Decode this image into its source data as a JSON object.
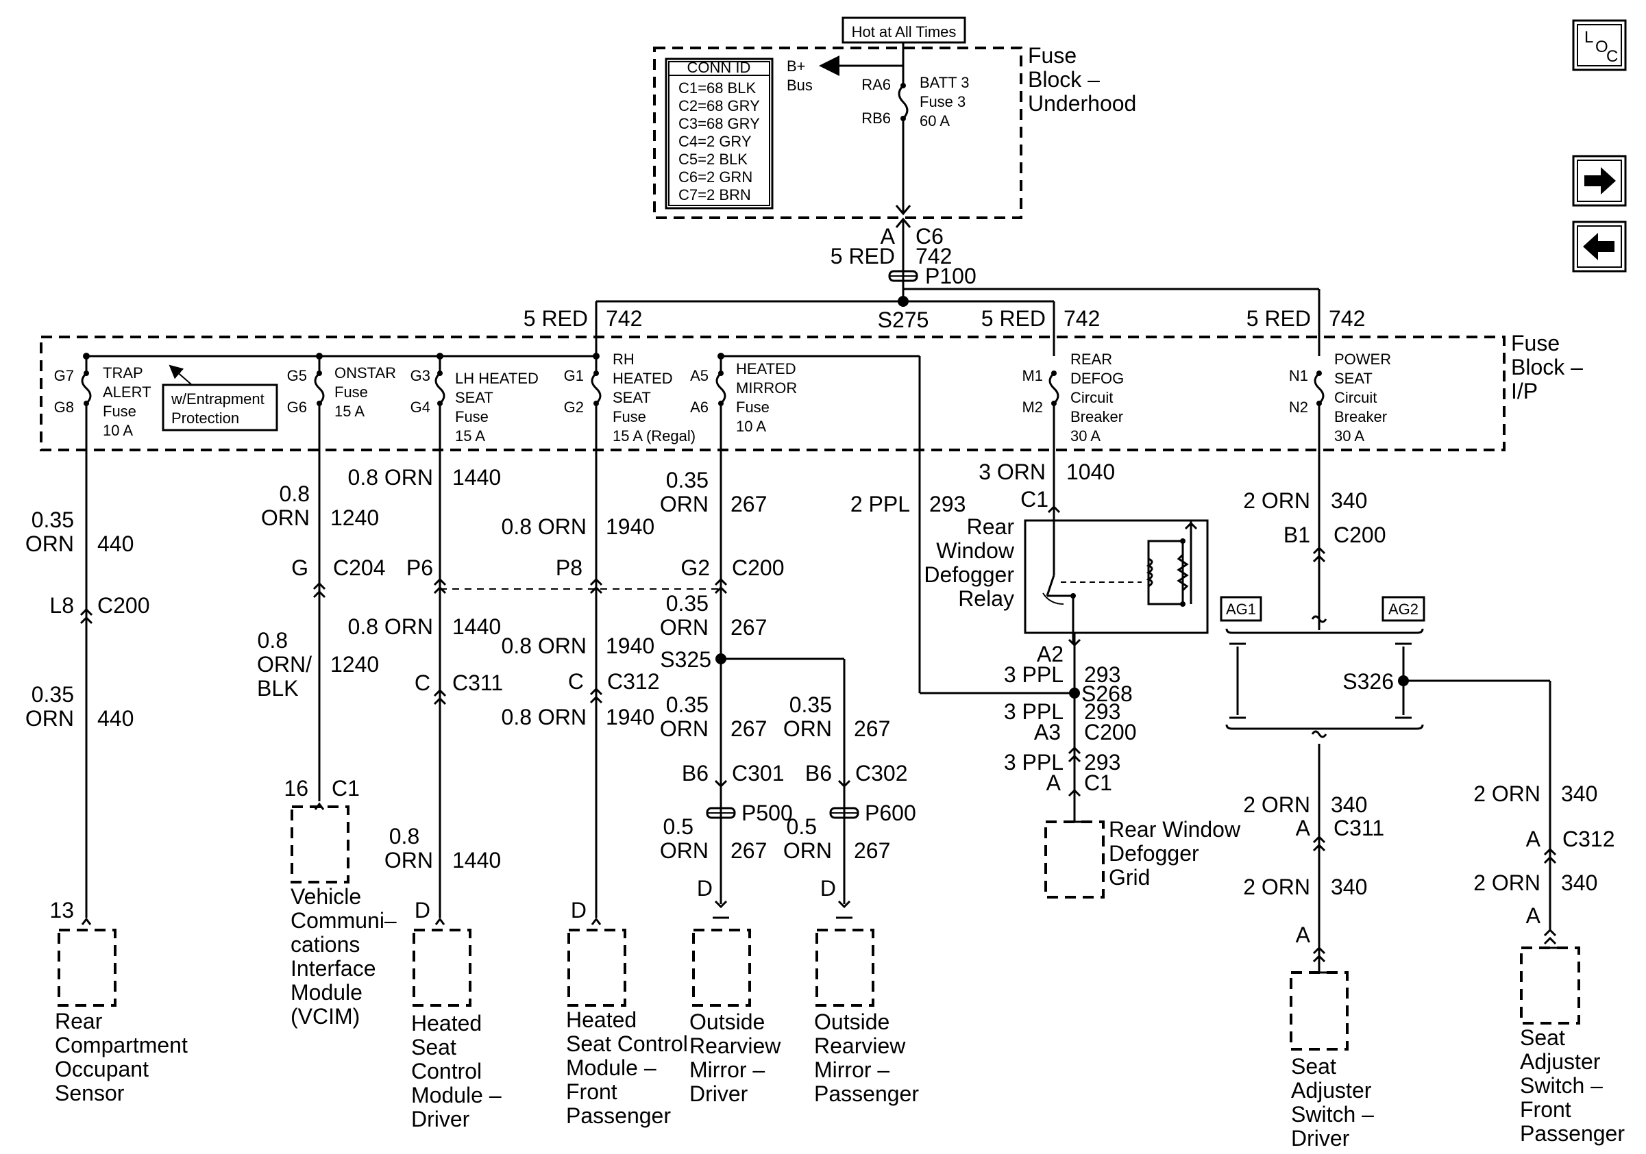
{
  "hot": "Hot at All Times",
  "conn_id": {
    "title": "CONN ID",
    "rows": [
      "C1=68 BLK",
      "C2=68 GRY",
      "C3=68 GRY",
      "C4=2 GRY",
      "C5=2 BLK",
      "C6=2 GRN",
      "C7=2 BRN"
    ]
  },
  "underhood": {
    "bplus": "B+",
    "bus": "Bus",
    "ra6": "RA6",
    "rb6": "RB6",
    "fuse": [
      "BATT 3",
      "Fuse 3",
      "60 A"
    ],
    "label": [
      "Fuse",
      "Block –",
      "Underhood"
    ]
  },
  "feed": {
    "a": "A",
    "c6": "C6",
    "red5": "5 RED",
    "n742": "742",
    "p100": "P100",
    "s275": "S275"
  },
  "branch": {
    "red": "5 RED",
    "n742": "742"
  },
  "ip": {
    "label": [
      "Fuse",
      "Block –",
      "I/P"
    ],
    "entrapment": [
      "w/Entrapment",
      "Protection"
    ],
    "fuses": [
      {
        "top": "G7",
        "bot": "G8",
        "lines": [
          "TRAP",
          "ALERT",
          "Fuse",
          "10 A"
        ]
      },
      {
        "top": "G5",
        "bot": "G6",
        "lines": [
          "ONSTAR",
          "Fuse",
          "15 A"
        ]
      },
      {
        "top": "G3",
        "bot": "G4",
        "lines": [
          "LH HEATED",
          "SEAT",
          "Fuse",
          "15 A"
        ]
      },
      {
        "top": "G1",
        "bot": "G2",
        "lines": [
          "RH",
          "HEATED",
          "SEAT",
          "Fuse",
          "15 A (Regal)"
        ]
      },
      {
        "top": "A5",
        "bot": "A6",
        "lines": [
          "HEATED",
          "MIRROR",
          "Fuse",
          "10 A"
        ]
      },
      {
        "top": "M1",
        "bot": "M2",
        "lines": [
          "REAR",
          "DEFOG",
          "Circuit",
          "Breaker",
          "30 A"
        ]
      },
      {
        "top": "N1",
        "bot": "N2",
        "lines": [
          "POWER",
          "SEAT",
          "Circuit",
          "Breaker",
          "30 A"
        ]
      }
    ]
  },
  "w1": {
    "g1": "0.35",
    "c1": "ORN",
    "n1": "440",
    "pin": "L8",
    "conn": "C200",
    "g2": "0.35",
    "c2": "ORN",
    "n2": "440",
    "term": "13",
    "comp": [
      "Rear",
      "Compartment",
      "Occupant",
      "Sensor"
    ]
  },
  "w2": {
    "g1": "0.8",
    "c1": "ORN",
    "n1": "1240",
    "pin": "G",
    "conn": "C204",
    "g2": "0.8",
    "c2a": "ORN/",
    "c2b": "BLK",
    "n2": "1240",
    "term": "16",
    "tconn": "C1",
    "comp": [
      "Vehicle",
      "Communi–",
      "cations",
      "Interface",
      "Module",
      "(VCIM)"
    ]
  },
  "w3": {
    "w1": "0.8 ORN",
    "n1": "1440",
    "pin": "P6",
    "w2": "0.8 ORN",
    "n2": "1440",
    "pin2": "C",
    "conn2": "C311",
    "g3": "0.8",
    "c3": "ORN",
    "n3": "1440",
    "term": "D",
    "comp": [
      "Heated",
      "Seat",
      "Control",
      "Module –",
      "Driver"
    ]
  },
  "w4": {
    "w1": "0.8 ORN",
    "n1": "1940",
    "pin": "P8",
    "w2": "0.8 ORN",
    "n2": "1940",
    "pin2": "C",
    "conn2": "C312",
    "w3": "0.8 ORN",
    "n3": "1940",
    "term": "D",
    "comp": [
      "Heated",
      "Seat Control",
      "Module –",
      "Front",
      "Passenger"
    ]
  },
  "w5": {
    "g1": "0.35",
    "c1": "ORN",
    "n1": "267",
    "pin": "G2",
    "conn": "C200",
    "g2": "0.35",
    "c2": "ORN",
    "n2": "267",
    "splice": "S325"
  },
  "w5d": {
    "g": "0.35",
    "c": "ORN",
    "n": "267",
    "pin": "B6",
    "conn": "C301",
    "p": "P500",
    "g2": "0.5",
    "c2": "ORN",
    "n2": "267",
    "term": "D",
    "comp": [
      "Outside",
      "Rearview",
      "Mirror –",
      "Driver"
    ]
  },
  "w5p": {
    "g": "0.35",
    "c": "ORN",
    "n": "267",
    "pin": "B6",
    "conn": "C302",
    "p": "P600",
    "g2": "0.5",
    "c2": "ORN",
    "n2": "267",
    "term": "D",
    "comp": [
      "Outside",
      "Rearview",
      "Mirror –",
      "Passenger"
    ]
  },
  "w6": {
    "w": "2 PPL",
    "n": "293"
  },
  "w7": {
    "w": "3 ORN",
    "n": "1040",
    "pin": "C1",
    "relay": [
      "Rear",
      "Window",
      "Defogger",
      "Relay"
    ],
    "a2": "A2",
    "w2": "3 PPL",
    "n2": "293",
    "splice": "S268",
    "w3": "3 PPL",
    "n3": "293",
    "a3": "A3",
    "c200": "C200",
    "w4": "3 PPL",
    "n4": "293",
    "a": "A",
    "c1": "C1",
    "comp": [
      "Rear Window",
      "Defogger",
      "Grid"
    ]
  },
  "w8": {
    "w": "2 ORN",
    "n": "340",
    "pin": "B1",
    "conn": "C200",
    "ag1": "AG1",
    "ag2": "AG2",
    "splice": "S326"
  },
  "w9": {
    "w": "2 ORN",
    "n": "340",
    "pin": "A",
    "conn": "C311",
    "w2": "2 ORN",
    "n2": "340",
    "term": "A",
    "comp": [
      "Seat",
      "Adjuster",
      "Switch –",
      "Driver"
    ]
  },
  "w10": {
    "w": "2 ORN",
    "n": "340",
    "pin": "A",
    "conn": "C312",
    "w2": "2 ORN",
    "n2": "340",
    "term": "A",
    "comp": [
      "Seat",
      "Adjuster",
      "Switch –",
      "Front",
      "Passenger"
    ]
  },
  "nav": {
    "loc": [
      "L",
      "O",
      "C"
    ]
  }
}
